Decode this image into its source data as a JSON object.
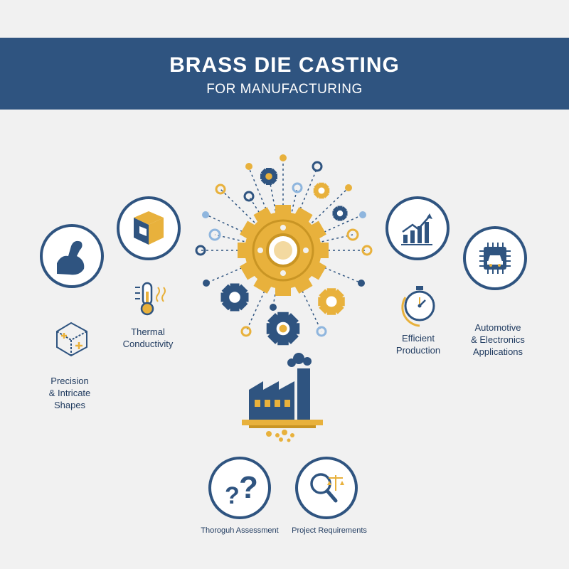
{
  "header": {
    "title": "BRASS DIE CASTING",
    "subtitle": "FOR MANUFACTURING"
  },
  "colors": {
    "navy": "#2f5480",
    "dark_navy": "#1f3a5f",
    "gold": "#e8b13c",
    "light_blue": "#8fb6de",
    "background": "#f1f1f1"
  },
  "left_features": [
    {
      "label": "Thermal\nConductivity",
      "icon": "thermometer-icon"
    },
    {
      "label": "Precision\n& Intricate\nShapes",
      "icon": "precision-cube-icon"
    }
  ],
  "left_circle_icons": [
    "strength-arm-icon",
    "brass-cube-icon"
  ],
  "right_features": [
    {
      "label": "Efficient\nProduction",
      "icon": "stopwatch-icon"
    },
    {
      "label": "Automotive\n& Electronics\nApplications",
      "icon": "car-chip-icon"
    }
  ],
  "right_circle_icons": [
    "growth-chart-icon",
    "car-chip-icon"
  ],
  "bottom_items": [
    {
      "label": "Thoroguh Assessment",
      "icon": "question-marks-icon"
    },
    {
      "label": "Project Requirements",
      "icon": "magnifier-scale-icon"
    }
  ],
  "center": {
    "icons": [
      "main-gear-icon",
      "factory-icon"
    ]
  }
}
